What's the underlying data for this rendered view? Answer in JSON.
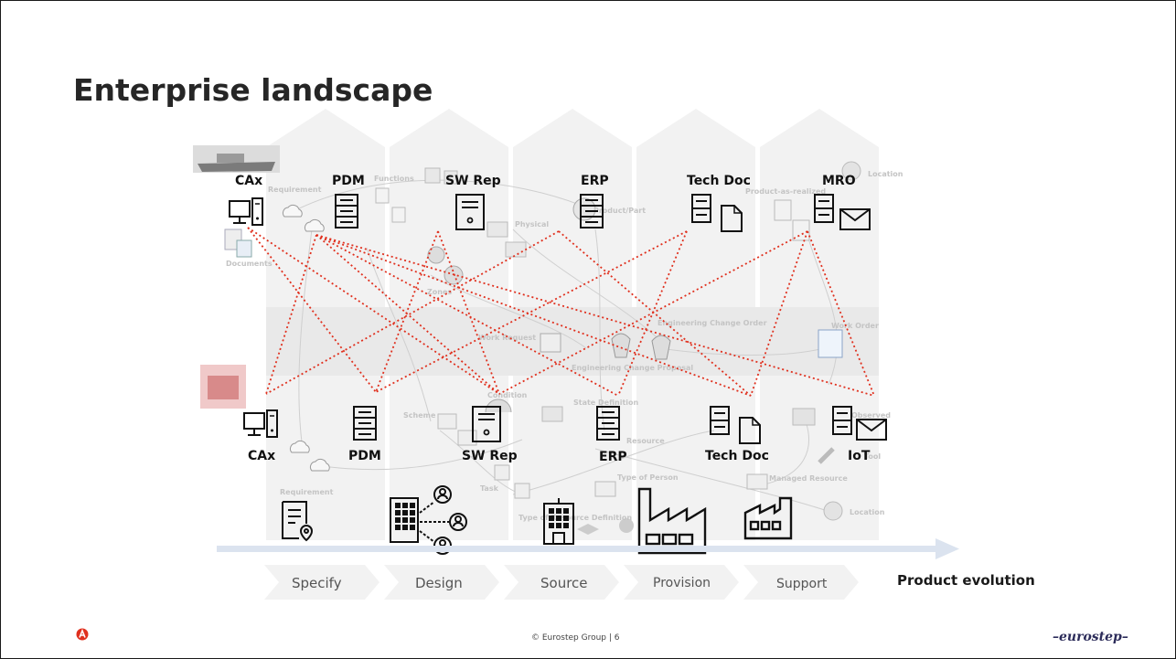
{
  "slide": {
    "title": "Enterprise landscape",
    "evolution_label": "Product evolution",
    "footer": "© Eurostep Group | 6",
    "brand": "–eurostep–"
  },
  "phases": [
    "Specify",
    "Design",
    "Source",
    "Provision",
    "Support"
  ],
  "top_systems": [
    "CAx",
    "PDM",
    "SW Rep",
    "ERP",
    "Tech Doc",
    "MRO"
  ],
  "bottom_systems": [
    "CAx",
    "PDM",
    "SW Rep",
    "ERP",
    "Tech Doc",
    "IoT"
  ],
  "ghost_labels": {
    "requirement_top": "Requirement",
    "functions": "Functions",
    "documents": "Documents",
    "physical": "Physical",
    "product_part": "Product/Part",
    "product_as_realized": "Product-as-realized",
    "location_top": "Location",
    "zones": "Zones",
    "engineering_change_order": "Engineering Change Order",
    "work_order": "Work Order",
    "work_request": "Work Request",
    "engineering_change_proposal": "Engineering Change Proposal",
    "condition": "Condition",
    "state_definition": "State Definition",
    "scheme": "Scheme",
    "resource": "Resource",
    "observed": "Observed",
    "tool": "Tool",
    "managed_resource": "Managed Resource",
    "type_of_person": "Type of Person",
    "task": "Task",
    "requirement_bottom": "Requirement",
    "type_of_resource_definition": "Type of Resource Definition",
    "location_bottom": "Location"
  },
  "colors": {
    "link_line": "#e0301e",
    "phase_fill": "#f2f2f2",
    "arrow": "#dbe3ef",
    "ghost_text": "#c4c4c4"
  },
  "icons": [
    "computer-icon",
    "server-icon",
    "document-icon",
    "envelope-icon",
    "requirement-doc-icon",
    "organization-icon",
    "building-icon",
    "factory-icon"
  ]
}
